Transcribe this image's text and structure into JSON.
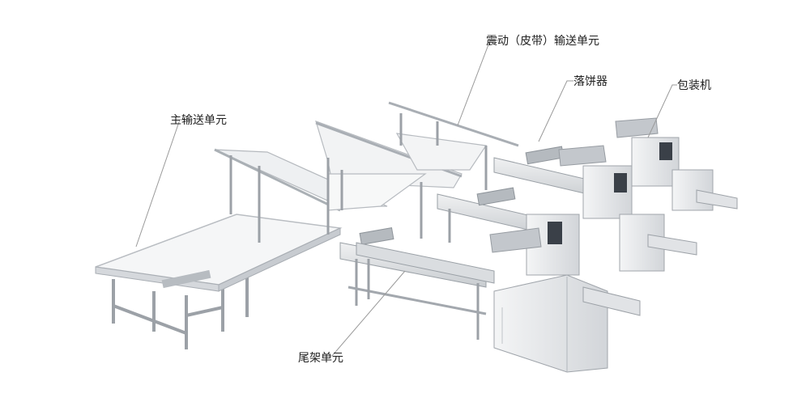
{
  "labels": {
    "vibration_conveyor": "震动（皮带）输送单元",
    "biscuit_dropper": "落饼器",
    "packaging_machine": "包装机",
    "main_conveyor": "主输送单元",
    "tail_frame": "尾架单元"
  },
  "colors": {
    "metal_light": "#e4e6e8",
    "metal_mid": "#c9cdd1",
    "metal_dark": "#8e9399",
    "belt": "#f4f5f6",
    "screen": "#3a4048",
    "leader": "#9a9a9a"
  }
}
